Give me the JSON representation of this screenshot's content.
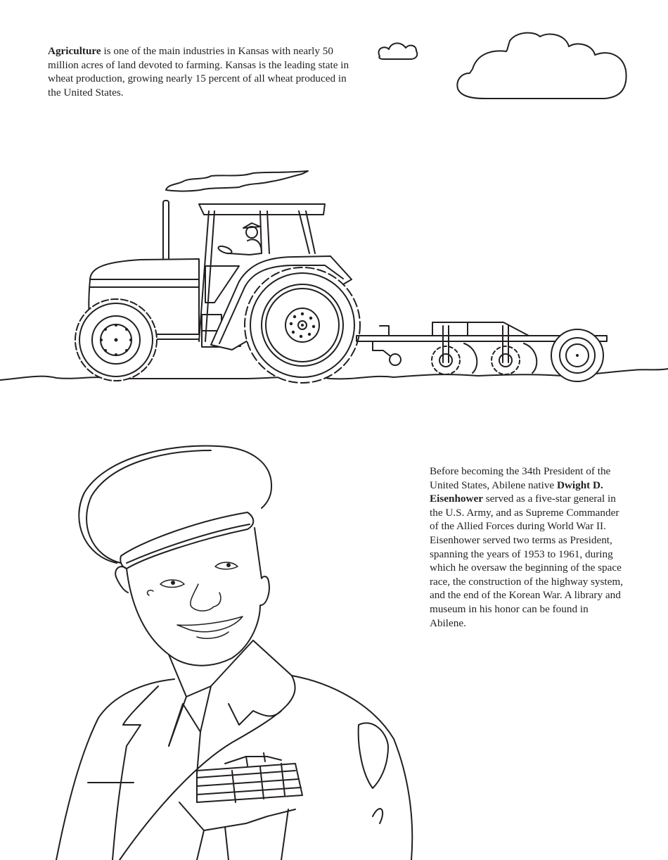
{
  "agriculture": {
    "bold_term": "Agriculture",
    "text": " is one of the main industries in Kansas with nearly 50 million acres of land devoted to farming. Kansas is the leading state in wheat production, growing nearly 15 percent of all wheat produced in the United States."
  },
  "eisenhower": {
    "text_before": "Before becoming the 34th President of the United States, Abilene native ",
    "bold_term": "Dwight D. Eisenhower",
    "text_after": " served as a five-star general in the U.S. Army, and as Supreme Commander of the Allied Forces during World War II. Eisenhower served two terms as President, spanning the years of 1953 to 1961, during which he oversaw the beginning of the space race, the construction of the highway system, and the end of the Korean War. A library and museum in his honor can be found in Abilene."
  },
  "illustrations": {
    "clouds": [
      "small-cloud",
      "large-cloud"
    ],
    "scene_top": "tractor-with-farmer-pulling-disc-harrow",
    "scene_bottom": "eisenhower-portrait-in-uniform"
  },
  "colors": {
    "ink": "#231f20",
    "paper": "#ffffff"
  }
}
